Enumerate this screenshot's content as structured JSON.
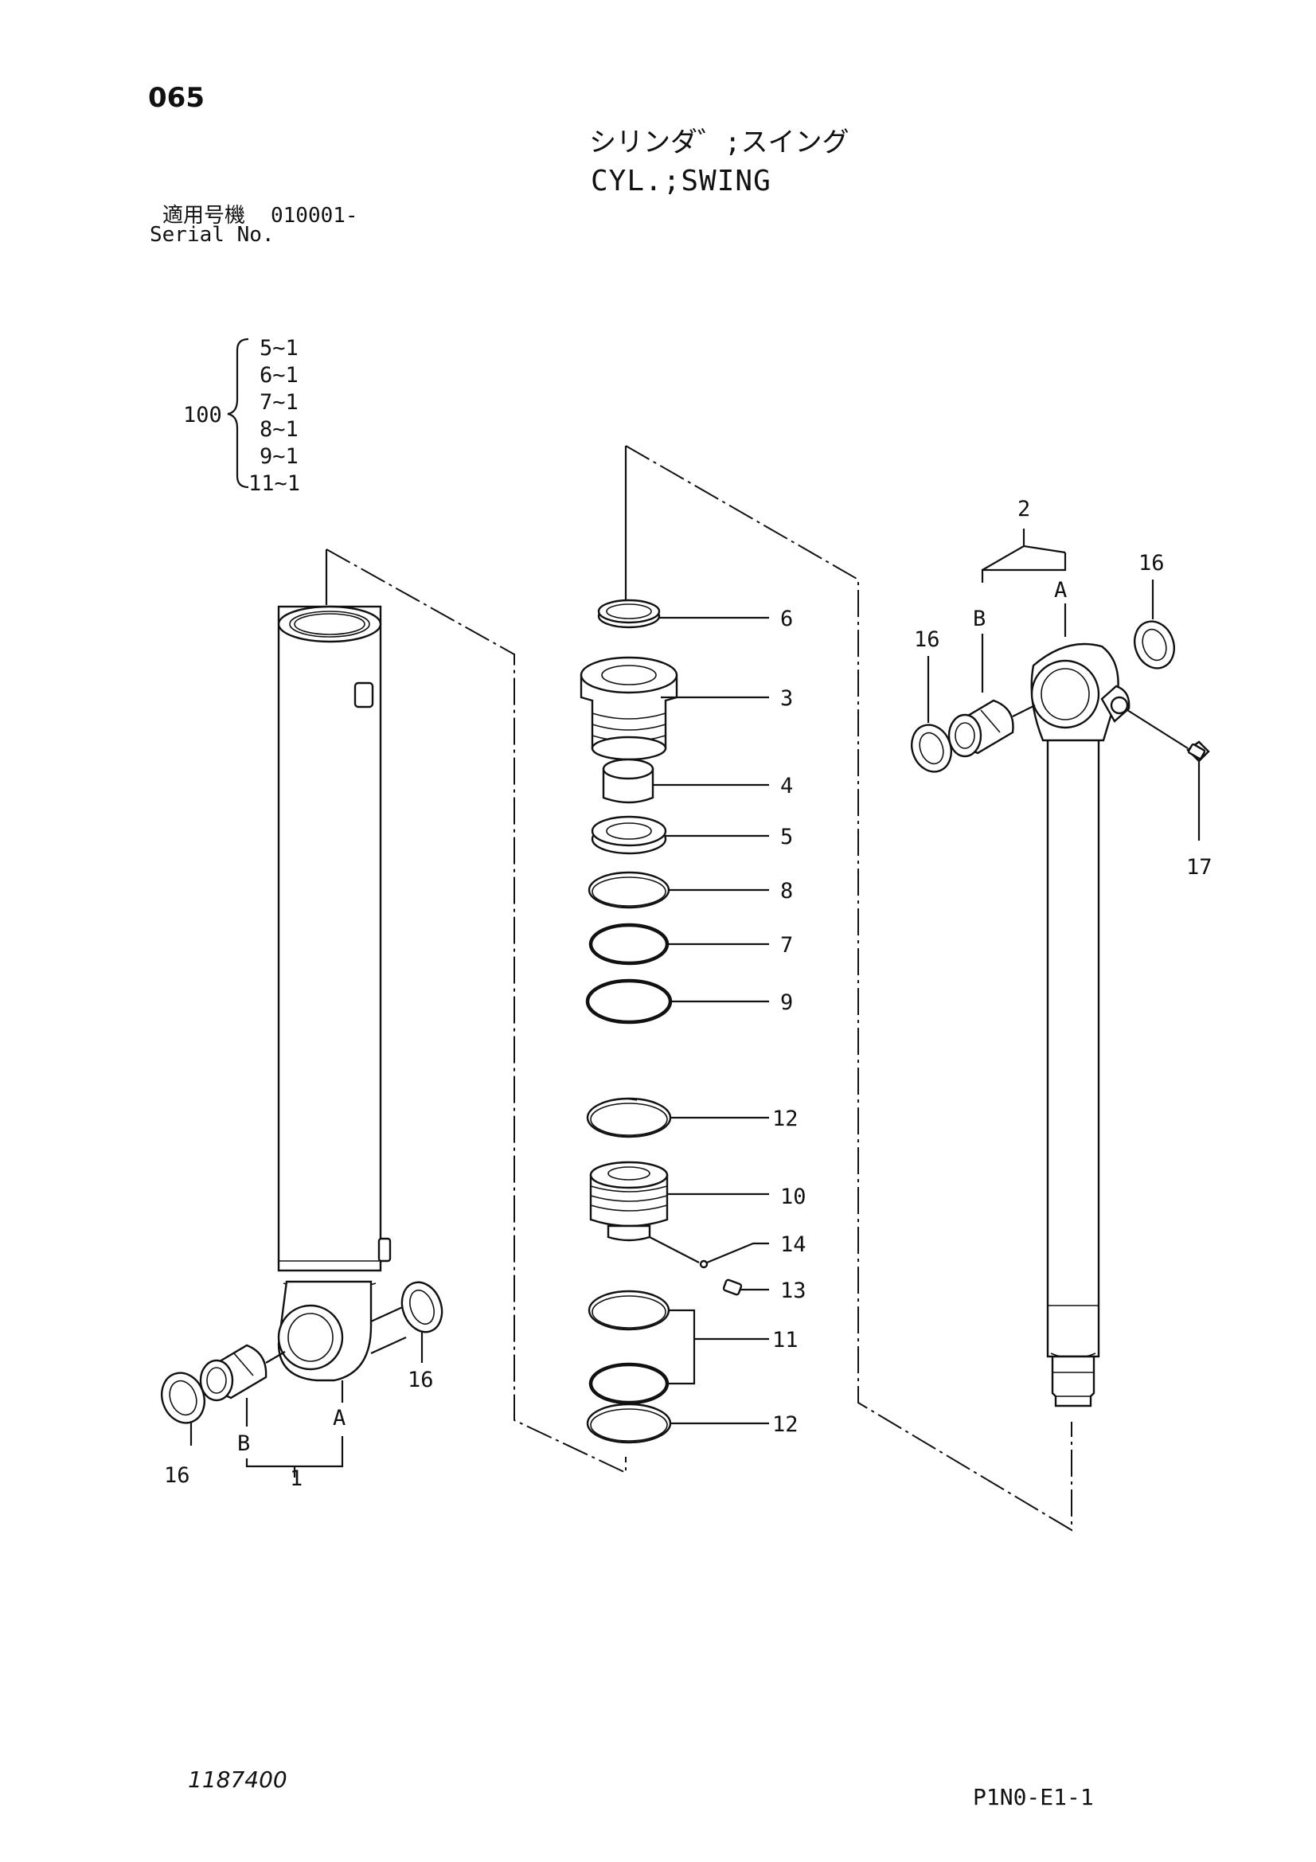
{
  "page_number": "065",
  "title_jp": "シリンダ゛;スイング",
  "title_en": "CYL.;SWING",
  "serial": {
    "label_jp": "適用号機",
    "value": "010001-",
    "label_en": "Serial No."
  },
  "kit": {
    "number": "100",
    "items": [
      "5~1",
      "6~1",
      "7~1",
      "8~1",
      "9~1",
      "11~1"
    ]
  },
  "callouts": {
    "p6": "6",
    "p3": "3",
    "p4": "4",
    "p5": "5",
    "p8": "8",
    "p7": "7",
    "p9": "9",
    "p12a": "12",
    "p10": "10",
    "p14": "14",
    "p13": "13",
    "p11": "11",
    "p12b": "12",
    "p2": "2",
    "p16_rod_right": "16",
    "p16_rod_left": "16",
    "p17": "17",
    "p16_tube_right": "16",
    "p16_tube_left": "16",
    "p1": "1",
    "tube_a": "A",
    "tube_b": "B",
    "rod_a": "A",
    "rod_b": "B"
  },
  "doc_number": "1187400",
  "page_code": "P1N0-E1-1"
}
